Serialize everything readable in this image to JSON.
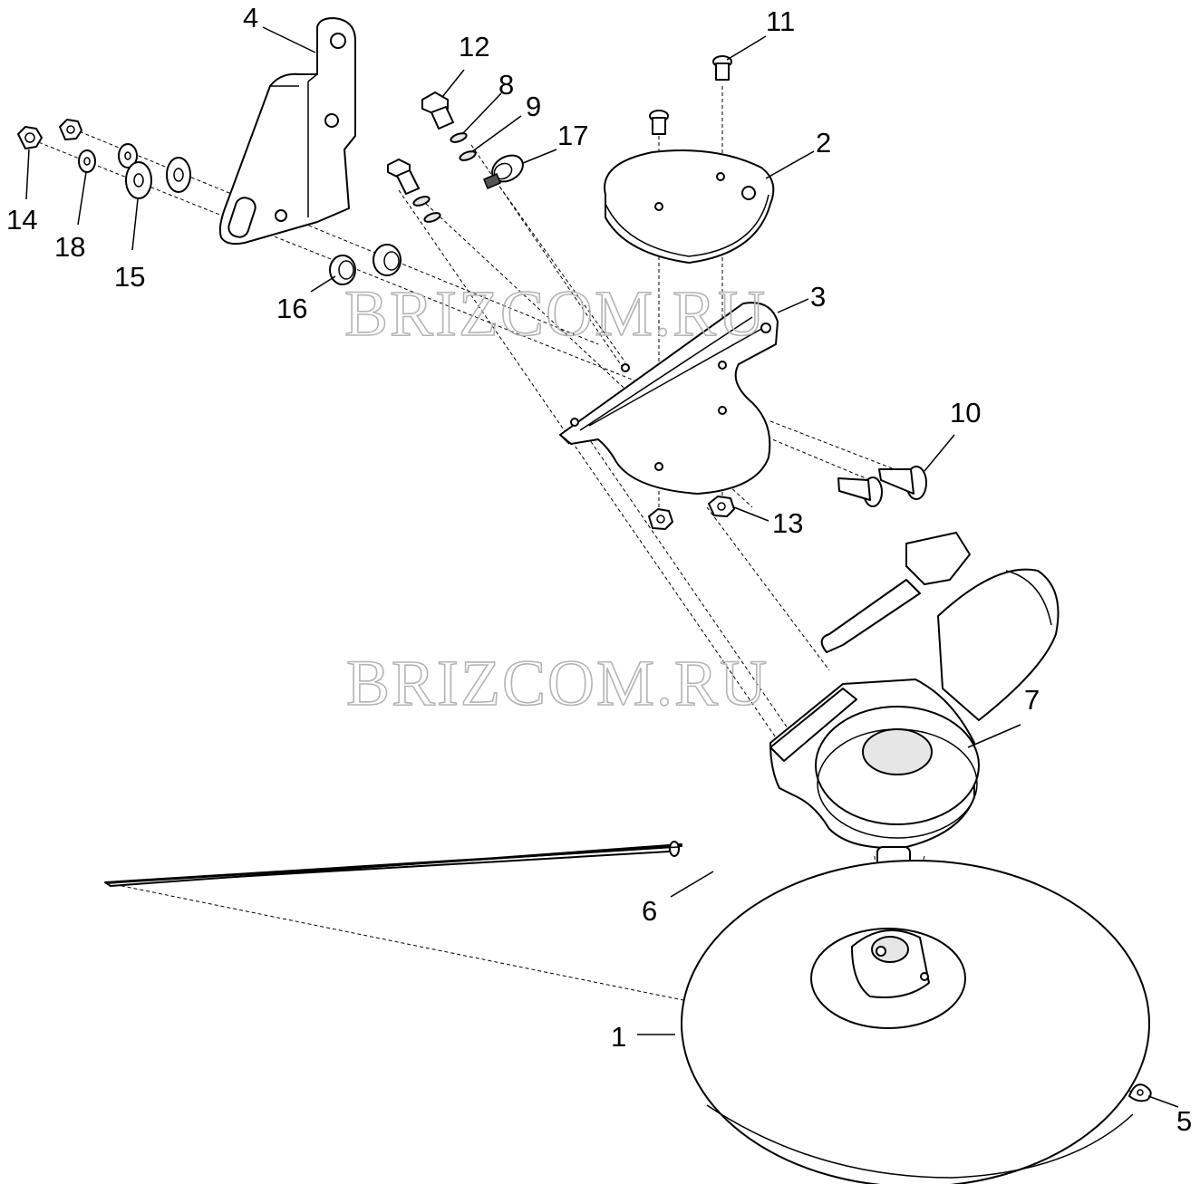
{
  "watermark": "BRIZCOM.RU",
  "callouts": [
    "1",
    "2",
    "3",
    "4",
    "5",
    "6",
    "7",
    "8",
    "9",
    "10",
    "11",
    "12",
    "13",
    "14",
    "15",
    "16",
    "17",
    "18"
  ]
}
